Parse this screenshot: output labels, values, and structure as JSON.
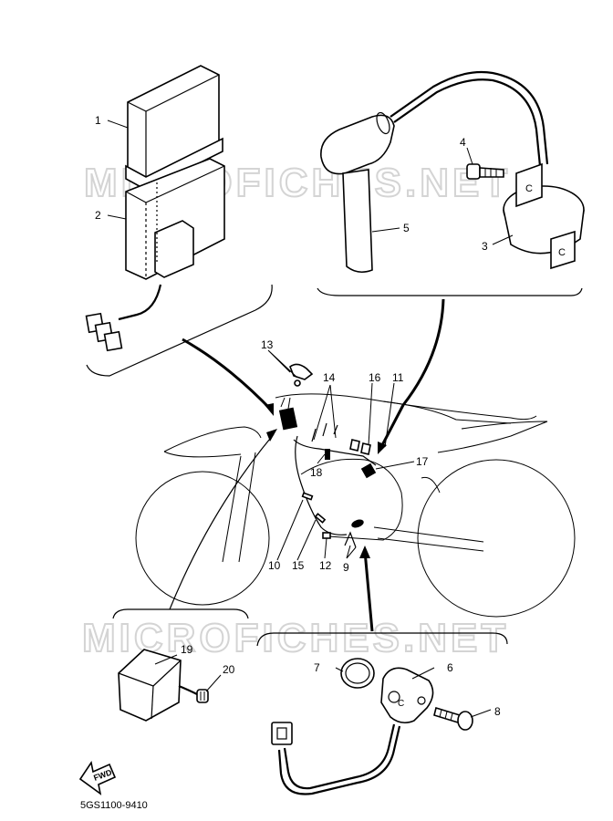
{
  "watermarks": [
    "MICROFICHES.NET",
    "MICROFICHES.NET"
  ],
  "callouts": [
    "1",
    "2",
    "3",
    "4",
    "5",
    "6",
    "7",
    "8",
    "9",
    "10",
    "11",
    "12",
    "13",
    "14",
    "15",
    "16",
    "17",
    "18",
    "19",
    "20"
  ],
  "fwd_label": "FWD",
  "drawing_code": "5GS1100-9410"
}
